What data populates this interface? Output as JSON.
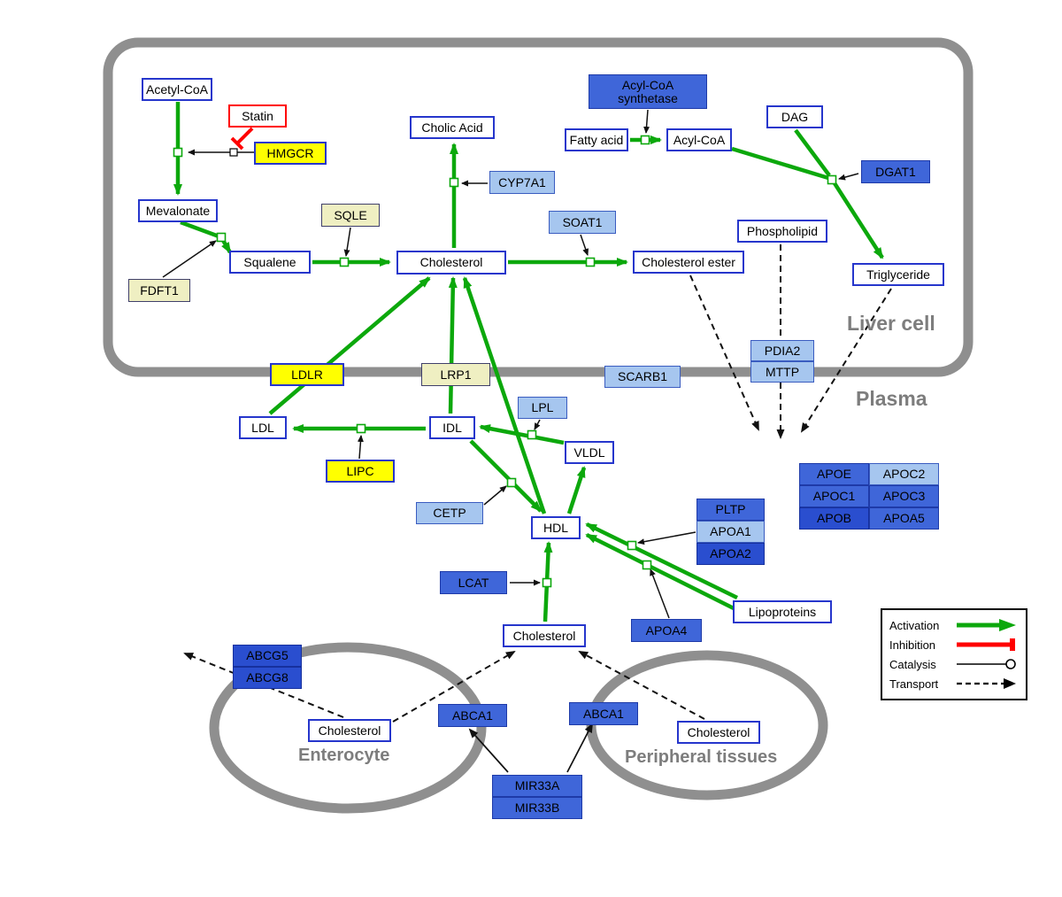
{
  "compartments": {
    "liver": "Liver cell",
    "plasma": "Plasma",
    "enterocyte": "Enterocyte",
    "peripheral": "Peripheral tissues"
  },
  "legend": {
    "items": [
      {
        "label": "Activation",
        "type": "activation"
      },
      {
        "label": "Inhibition",
        "type": "inhibition"
      },
      {
        "label": "Catalysis",
        "type": "catalysis"
      },
      {
        "label": "Transport",
        "type": "transport"
      }
    ]
  },
  "colors": {
    "activation_green": "#0ca80c",
    "inhibition_red": "#ff0000",
    "membrane_gray": "#8f8f8f",
    "metabolite_border_blue": "#2636cc",
    "gene_yellow": "#ffff00",
    "gene_pale_yellow": "#efefc2",
    "gene_light_blue": "#a6c6ef",
    "gene_blue": "#3f66d9",
    "gene_dark_blue": "#2a4ecf"
  },
  "nodes": [
    {
      "id": "acetyl_coa",
      "label": "Acetyl-CoA",
      "kind": "metabolite"
    },
    {
      "id": "statin",
      "label": "Statin",
      "kind": "drug"
    },
    {
      "id": "hmgcr",
      "label": "HMGCR",
      "kind": "gene-yellow"
    },
    {
      "id": "mevalonate",
      "label": "Mevalonate",
      "kind": "metabolite"
    },
    {
      "id": "fdft1",
      "label": "FDFT1",
      "kind": "gene-paleyellow"
    },
    {
      "id": "squalene",
      "label": "Squalene",
      "kind": "metabolite"
    },
    {
      "id": "sqle",
      "label": "SQLE",
      "kind": "gene-paleyellow"
    },
    {
      "id": "cholesterol_liver",
      "label": "Cholesterol",
      "kind": "metabolite"
    },
    {
      "id": "cholic_acid",
      "label": "Cholic Acid",
      "kind": "metabolite"
    },
    {
      "id": "cyp7a1",
      "label": "CYP7A1",
      "kind": "gene-lightblue"
    },
    {
      "id": "soat1",
      "label": "SOAT1",
      "kind": "gene-lightblue"
    },
    {
      "id": "cholesterol_ester",
      "label": "Cholesterol ester",
      "kind": "metabolite"
    },
    {
      "id": "acyl_coa_synthetase",
      "label": "Acyl-CoA synthetase",
      "kind": "gene-blue"
    },
    {
      "id": "fatty_acid",
      "label": "Fatty acid",
      "kind": "metabolite"
    },
    {
      "id": "acyl_coa",
      "label": "Acyl-CoA",
      "kind": "metabolite"
    },
    {
      "id": "dag",
      "label": "DAG",
      "kind": "metabolite"
    },
    {
      "id": "dgat1",
      "label": "DGAT1",
      "kind": "gene-blue"
    },
    {
      "id": "phospholipid",
      "label": "Phospholipid",
      "kind": "metabolite"
    },
    {
      "id": "triglyceride",
      "label": "Triglyceride",
      "kind": "metabolite"
    },
    {
      "id": "ldlr",
      "label": "LDLR",
      "kind": "gene-yellow"
    },
    {
      "id": "lrp1",
      "label": "LRP1",
      "kind": "gene-paleyellow"
    },
    {
      "id": "scarb1",
      "label": "SCARB1",
      "kind": "gene-lightblue"
    },
    {
      "id": "pdia2",
      "label": "PDIA2",
      "kind": "gene-lightblue"
    },
    {
      "id": "mttp",
      "label": "MTTP",
      "kind": "gene-lightblue"
    },
    {
      "id": "ldl",
      "label": "LDL",
      "kind": "metabolite"
    },
    {
      "id": "idl",
      "label": "IDL",
      "kind": "metabolite"
    },
    {
      "id": "lipc",
      "label": "LIPC",
      "kind": "gene-yellow"
    },
    {
      "id": "lpl",
      "label": "LPL",
      "kind": "gene-lightblue"
    },
    {
      "id": "vldl",
      "label": "VLDL",
      "kind": "metabolite"
    },
    {
      "id": "cetp",
      "label": "CETP",
      "kind": "gene-lightblue"
    },
    {
      "id": "hdl",
      "label": "HDL",
      "kind": "metabolite"
    },
    {
      "id": "lcat",
      "label": "LCAT",
      "kind": "gene-blue"
    },
    {
      "id": "pltp",
      "label": "PLTP",
      "kind": "gene-blue"
    },
    {
      "id": "apoa1",
      "label": "APOA1",
      "kind": "gene-lightblue"
    },
    {
      "id": "apoa2",
      "label": "APOA2",
      "kind": "gene-darkblue"
    },
    {
      "id": "apoa4",
      "label": "APOA4",
      "kind": "gene-blue"
    },
    {
      "id": "lipoproteins",
      "label": "Lipoproteins",
      "kind": "metabolite"
    },
    {
      "id": "apoe",
      "label": "APOE",
      "kind": "gene-blue"
    },
    {
      "id": "apoc2",
      "label": "APOC2",
      "kind": "gene-lightblue"
    },
    {
      "id": "apoc1",
      "label": "APOC1",
      "kind": "gene-blue"
    },
    {
      "id": "apoc3",
      "label": "APOC3",
      "kind": "gene-blue"
    },
    {
      "id": "apob",
      "label": "APOB",
      "kind": "gene-darkblue"
    },
    {
      "id": "apoa5",
      "label": "APOA5",
      "kind": "gene-blue"
    },
    {
      "id": "cholesterol_plasma",
      "label": "Cholesterol",
      "kind": "metabolite"
    },
    {
      "id": "abcg5",
      "label": "ABCG5",
      "kind": "gene-darkblue"
    },
    {
      "id": "abcg8",
      "label": "ABCG8",
      "kind": "gene-darkblue"
    },
    {
      "id": "cholesterol_enterocyte",
      "label": "Cholesterol",
      "kind": "metabolite"
    },
    {
      "id": "abca1_enterocyte",
      "label": "ABCA1",
      "kind": "gene-blue"
    },
    {
      "id": "abca1_peripheral",
      "label": "ABCA1",
      "kind": "gene-blue"
    },
    {
      "id": "cholesterol_peripheral",
      "label": "Cholesterol",
      "kind": "metabolite"
    },
    {
      "id": "mir33a",
      "label": "MIR33A",
      "kind": "gene-blue"
    },
    {
      "id": "mir33b",
      "label": "MIR33B",
      "kind": "gene-blue"
    }
  ],
  "edges": [
    {
      "from": "Acetyl-CoA",
      "to": "Mevalonate",
      "type": "activation",
      "catalyst": "HMGCR"
    },
    {
      "from": "Statin",
      "to": "HMGCR reaction",
      "type": "inhibition"
    },
    {
      "from": "Mevalonate",
      "to": "Squalene",
      "type": "activation",
      "catalyst": "FDFT1"
    },
    {
      "from": "Squalene",
      "to": "Cholesterol",
      "type": "activation",
      "catalyst": "SQLE"
    },
    {
      "from": "Cholesterol",
      "to": "Cholic Acid",
      "type": "activation",
      "catalyst": "CYP7A1"
    },
    {
      "from": "Cholesterol",
      "to": "Cholesterol ester",
      "type": "activation",
      "catalyst": "SOAT1"
    },
    {
      "from": "Fatty acid",
      "to": "Acyl-CoA",
      "type": "activation",
      "catalyst": "Acyl-CoA synthetase"
    },
    {
      "from": "Acyl-CoA",
      "to": "Triglyceride",
      "type": "activation",
      "catalyst": "DGAT1"
    },
    {
      "from": "DAG",
      "to": "Triglyceride",
      "type": "activation",
      "catalyst": "DGAT1"
    },
    {
      "from": "Cholesterol ester",
      "to": "plasma lipoprotein pool",
      "type": "transport"
    },
    {
      "from": "Phospholipid",
      "to": "plasma lipoprotein pool",
      "type": "transport"
    },
    {
      "from": "Triglyceride",
      "to": "plasma lipoprotein pool",
      "type": "transport"
    },
    {
      "from": "LDL",
      "to": "Cholesterol (liver)",
      "type": "activation",
      "via": "LDLR"
    },
    {
      "from": "IDL",
      "to": "Cholesterol (liver)",
      "type": "activation",
      "via": "LRP1"
    },
    {
      "from": "HDL",
      "to": "Cholesterol (liver)",
      "type": "activation",
      "via": "SCARB1"
    },
    {
      "from": "IDL",
      "to": "LDL",
      "type": "activation",
      "catalyst": "LIPC"
    },
    {
      "from": "VLDL",
      "to": "IDL",
      "type": "activation",
      "catalyst": "LPL"
    },
    {
      "from": "IDL",
      "to": "HDL",
      "type": "activation",
      "catalyst": "CETP"
    },
    {
      "from": "HDL",
      "to": "VLDL",
      "type": "activation"
    },
    {
      "from": "Lipoproteins",
      "to": "HDL",
      "type": "activation",
      "catalyst": "APOA1"
    },
    {
      "from": "Lipoproteins",
      "to": "HDL",
      "type": "activation",
      "catalyst": "APOA4"
    },
    {
      "from": "Cholesterol (plasma)",
      "to": "HDL",
      "type": "activation",
      "catalyst": "LCAT"
    },
    {
      "from": "Cholesterol (enterocyte)",
      "to": "lumen",
      "type": "transport",
      "via": "ABCG5/ABCG8"
    },
    {
      "from": "Cholesterol (enterocyte)",
      "to": "Cholesterol (plasma)",
      "type": "transport",
      "via": "ABCA1"
    },
    {
      "from": "Cholesterol (peripheral)",
      "to": "Cholesterol (plasma)",
      "type": "transport",
      "via": "ABCA1"
    },
    {
      "from": "MIR33A/MIR33B",
      "to": "ABCA1",
      "type": "regulation"
    }
  ]
}
